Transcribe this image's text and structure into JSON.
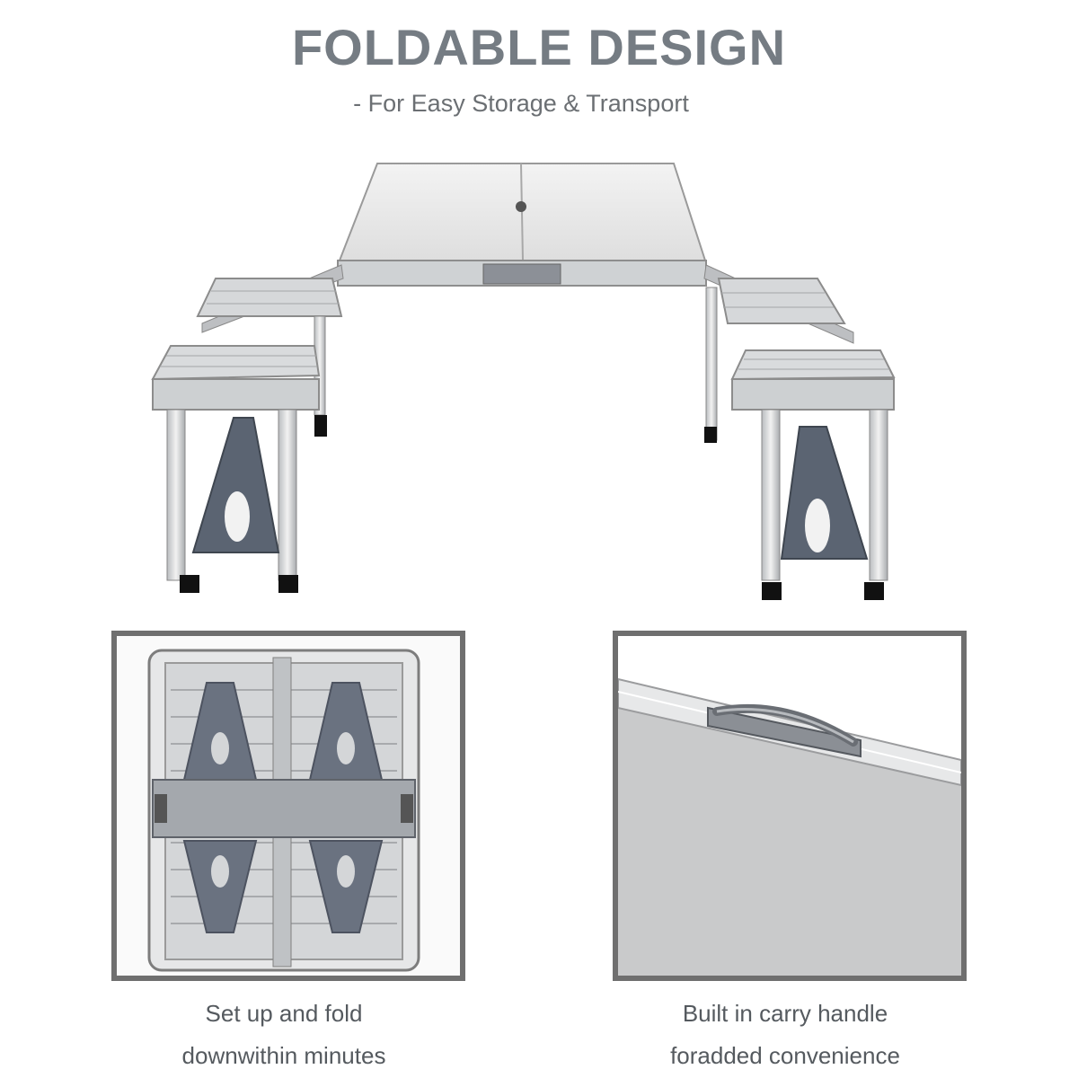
{
  "header": {
    "title": "FOLDABLE DESIGN",
    "subtitle": "- For Easy Storage & Transport"
  },
  "hero_image": {
    "icon": "folding-picnic-table-icon"
  },
  "features": [
    {
      "icon": "folded-table-case-icon",
      "caption_line1": "Set up and fold",
      "caption_line2": "downwithin minutes"
    },
    {
      "icon": "carry-handle-icon",
      "caption_line1": "Built in carry handle",
      "caption_line2": "foradded convenience"
    }
  ],
  "colors": {
    "heading": "#757c83",
    "caption": "#555a5f",
    "frame": "#6f6f6f",
    "aluminum": "#d9dcde",
    "bracket": "#5b6472"
  }
}
